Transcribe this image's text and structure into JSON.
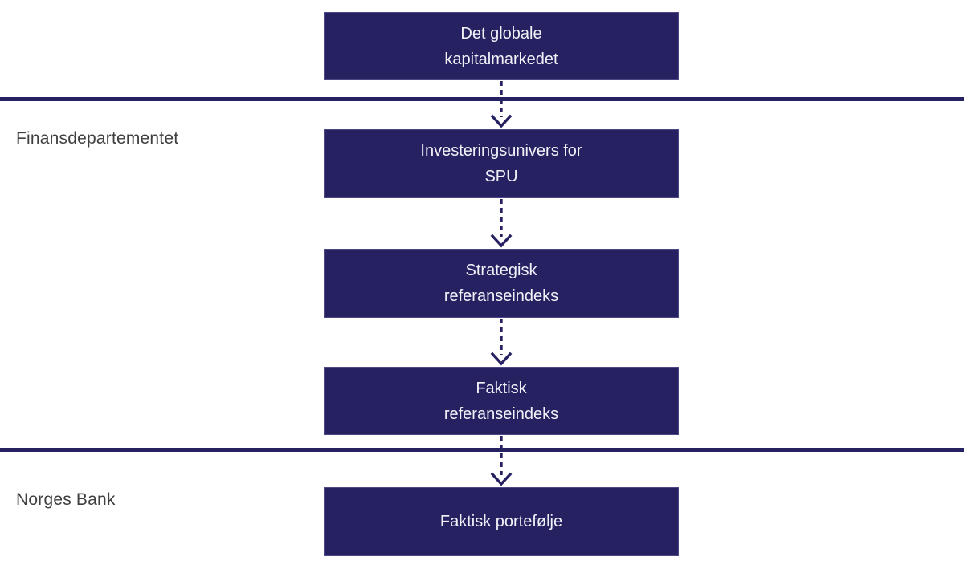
{
  "palette": {
    "navy": "#262261",
    "box_text": "#f2f1f8",
    "label_text": "#3f3f3f",
    "background": "#ffffff"
  },
  "sections": [
    {
      "label": "Finansdepartementet"
    },
    {
      "label": "Norges Bank"
    }
  ],
  "boxes": [
    {
      "lines": [
        "Det globale",
        "kapitalmarkedet"
      ]
    },
    {
      "lines": [
        "Investeringsunivers for",
        "SPU"
      ]
    },
    {
      "lines": [
        "Strategisk",
        "referanseindeks"
      ]
    },
    {
      "lines": [
        "Faktisk",
        "referanseindeks"
      ]
    },
    {
      "lines": [
        "Faktisk portefølje"
      ]
    }
  ]
}
